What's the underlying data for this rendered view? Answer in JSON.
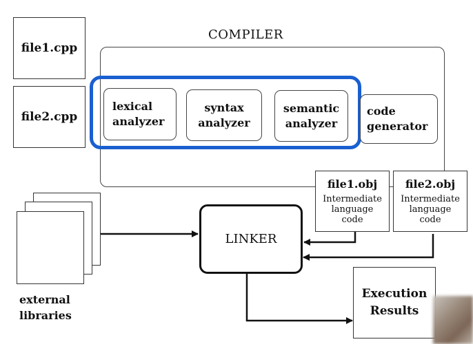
{
  "colors": {
    "highlight": "#1a5fd0",
    "line": "#111111",
    "box_border": "#333333"
  },
  "sources": {
    "file1": "file1.cpp",
    "file2": "file2.cpp"
  },
  "compiler": {
    "title": "COMPILER",
    "stages": {
      "lexical": [
        "lexical",
        "analyzer"
      ],
      "syntax": [
        "syntax",
        "analyzer"
      ],
      "semantic": [
        "semantic",
        "analyzer"
      ],
      "codegen": [
        "code",
        "generator"
      ]
    }
  },
  "objects": {
    "file1": {
      "title": "file1.obj",
      "desc": [
        "Intermediate",
        "language",
        "code"
      ]
    },
    "file2": {
      "title": "file2.obj",
      "desc": [
        "Intermediate",
        "language",
        "code"
      ]
    }
  },
  "linker": {
    "label": "LINKER"
  },
  "external_libraries": [
    "external",
    "libraries"
  ],
  "execution": [
    "Execution",
    "Results"
  ]
}
